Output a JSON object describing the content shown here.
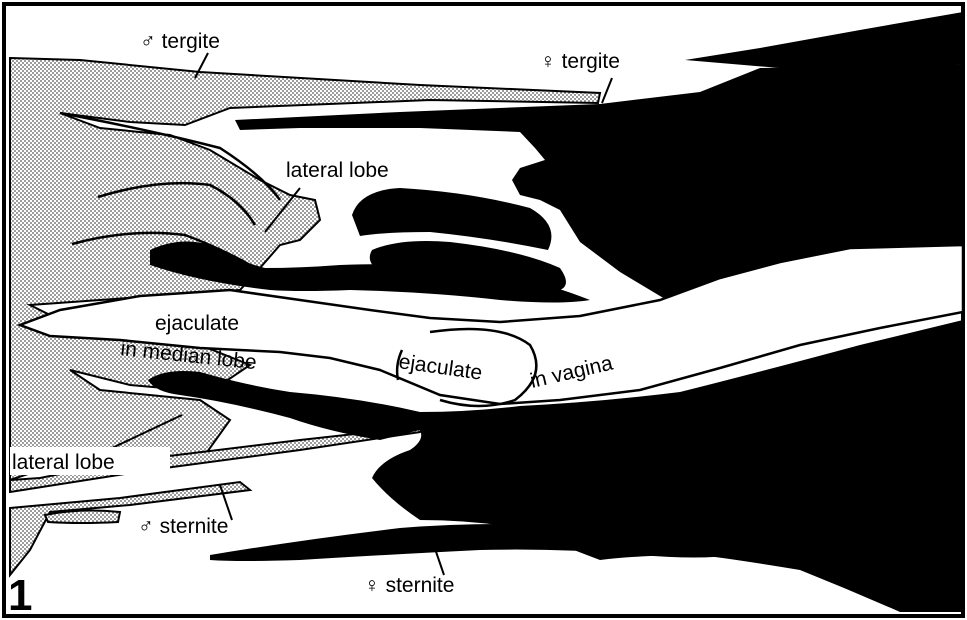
{
  "figure": {
    "number": "1",
    "labels": {
      "male_tergite": "♂ tergite",
      "female_tergite": "♀ tergite",
      "lateral_lobe_upper": "lateral lobe",
      "lateral_lobe_lower": "lateral lobe",
      "ejaculate_median_line1": "ejaculate",
      "ejaculate_median_line2": "in median lobe",
      "ejaculate_vagina_word1": "ejaculate",
      "ejaculate_vagina_word2": "in vagina",
      "male_sternite": "♂ sternite",
      "female_sternite": "♀ sternite"
    }
  },
  "colors": {
    "female_fill": "#000000",
    "male_fill": "#cfcfcf",
    "background": "#ffffff"
  }
}
